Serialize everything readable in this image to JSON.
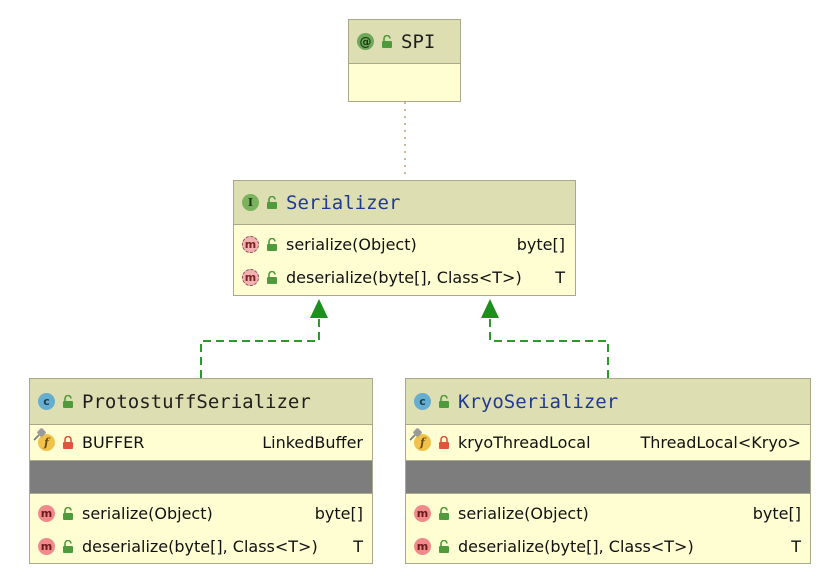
{
  "spi": {
    "title": "SPI",
    "icon": "annotation-icon"
  },
  "serializer": {
    "title": "Serializer",
    "icon": "interface-icon",
    "methods": [
      {
        "name": "serialize(Object)",
        "type": "byte[]"
      },
      {
        "name": "deserialize(byte[], Class<T>)",
        "type": "T"
      }
    ]
  },
  "protostuff": {
    "title": "ProtostuffSerializer",
    "icon": "class-icon",
    "field": {
      "name": "BUFFER",
      "type": "LinkedBuffer"
    },
    "methods": [
      {
        "name": "serialize(Object)",
        "type": "byte[]"
      },
      {
        "name": "deserialize(byte[], Class<T>)",
        "type": "T"
      }
    ]
  },
  "kryo": {
    "title": "KryoSerializer",
    "icon": "class-icon",
    "field": {
      "name": "kryoThreadLocal",
      "type": "ThreadLocal<Kryo>"
    },
    "methods": [
      {
        "name": "serialize(Object)",
        "type": "byte[]"
      },
      {
        "name": "deserialize(byte[], Class<T>)",
        "type": "T"
      }
    ]
  },
  "colors": {
    "header_bg": "#dddeb2",
    "body_bg": "#fefed2",
    "border": "#a8a88a",
    "arrow": "#1c9a1c",
    "title_blue": "#1f3b8f"
  }
}
